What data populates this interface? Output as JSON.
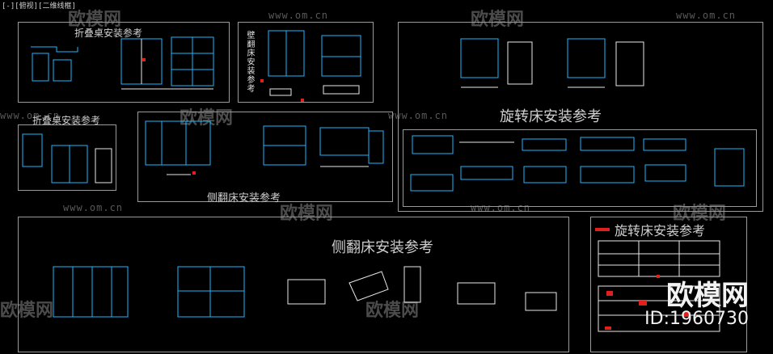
{
  "viewport_label": "[-][俯视][二维线框]",
  "titles": {
    "folding_table_1": "折叠桌安装参考",
    "folding_table_2": "折叠桌安装参考",
    "wall_bed": "壁翻床安装参考",
    "rotating_bed_1": "旋转床安装参考",
    "side_flip_bed_1": "侧翻床安装参考",
    "side_flip_bed_2": "侧翻床安装参考",
    "rotating_bed_2": "旋转床安装参考"
  },
  "watermark": {
    "site": "www.om.cn",
    "logo": "欧模网"
  },
  "stamp": {
    "logo": "欧模网",
    "id": "ID:1960730"
  },
  "colors": {
    "background": "#000000",
    "lines_cyan": "#1fb6ff",
    "lines_white": "#e8e8e8",
    "accent_red": "#e0201a",
    "accent_blue": "#2b6bff"
  }
}
